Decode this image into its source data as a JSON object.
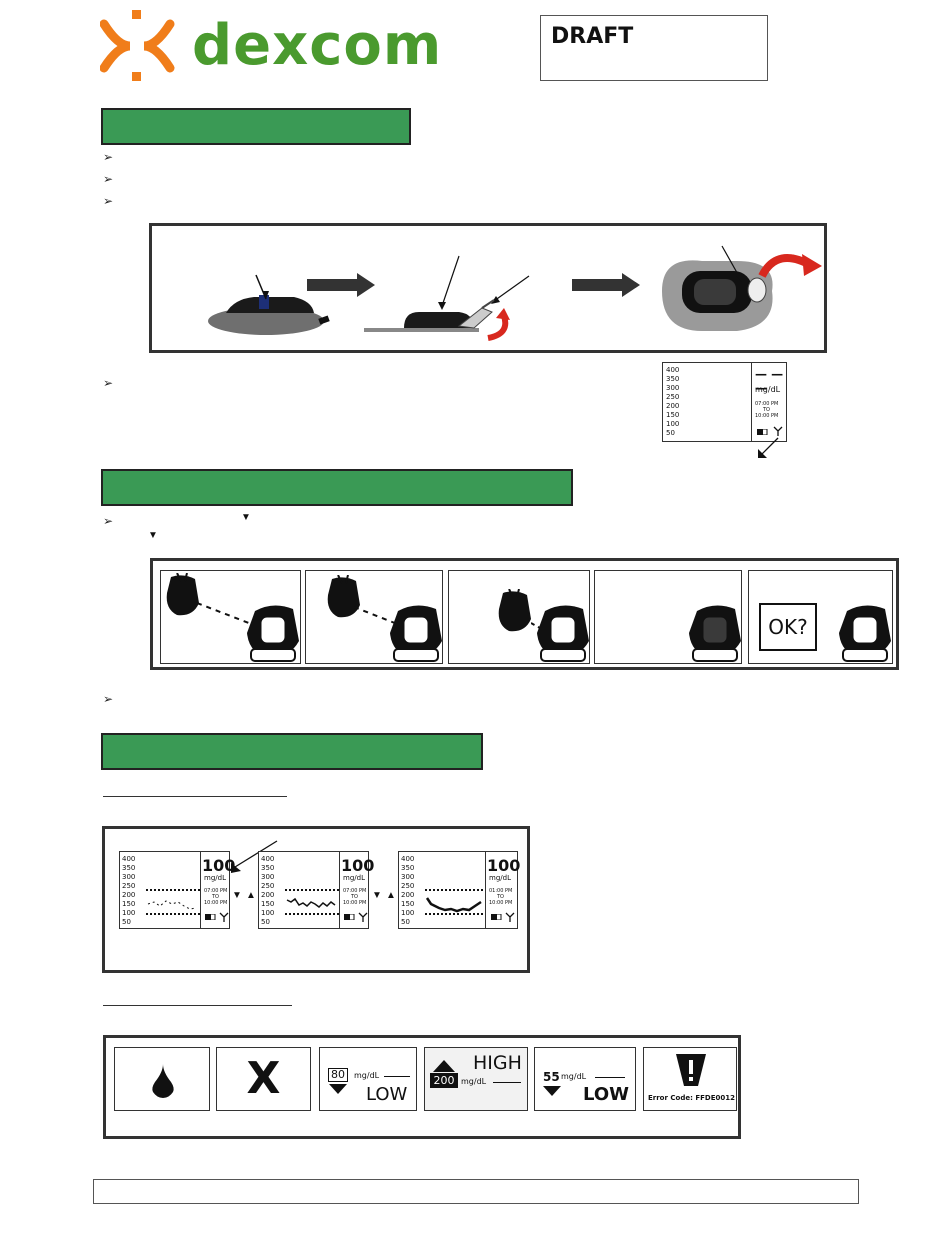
{
  "header": {
    "brand": "dexcom",
    "draft_label": "DRAFT"
  },
  "sections": [
    {
      "title": ""
    },
    {
      "title": ""
    },
    {
      "title": ""
    }
  ],
  "bullet_glyph": "➢",
  "sensor_screen": {
    "y_ticks": [
      "400",
      "350",
      "300",
      "250",
      "200",
      "150",
      "100",
      "50"
    ],
    "dashes": "— — —",
    "unit": "mg/dL",
    "time_from": "07:00 PM",
    "time_to_word": "TO",
    "time_to": "10:00 PM"
  },
  "pairing": {
    "down_arrow": "▼",
    "ok_prompt": "OK?"
  },
  "trend_screens": [
    {
      "value": "100",
      "unit": "mg/dL",
      "time_from": "07:00 PM",
      "time_to_word": "TO",
      "time_to": "10:00 PM"
    },
    {
      "value": "100",
      "unit": "mg/dL",
      "time_from": "07:00 PM",
      "time_to_word": "TO",
      "time_to": "10:00 PM"
    },
    {
      "value": "100",
      "unit": "mg/dL",
      "time_from": "01:00 PM",
      "time_to_word": "TO",
      "time_to": "10:00 PM"
    }
  ],
  "nav_arrows": {
    "down": "▼",
    "up": "▲"
  },
  "alerts": {
    "x_mark": "X",
    "low_threshold": {
      "value": "80",
      "unit": "mg/dL",
      "label": "LOW"
    },
    "high_threshold": {
      "value": "200",
      "unit": "mg/dL",
      "label": "HIGH"
    },
    "urgent_low": {
      "value": "55",
      "unit": "mg/dL",
      "label": "LOW"
    },
    "error": {
      "symbol": "!",
      "text": "Error Code: FFDE0012"
    }
  },
  "colors": {
    "brand_green": "#4a9a2e",
    "brand_orange": "#f07d1a",
    "section_green": "#3a9a55",
    "red_arrow": "#d8281e"
  }
}
